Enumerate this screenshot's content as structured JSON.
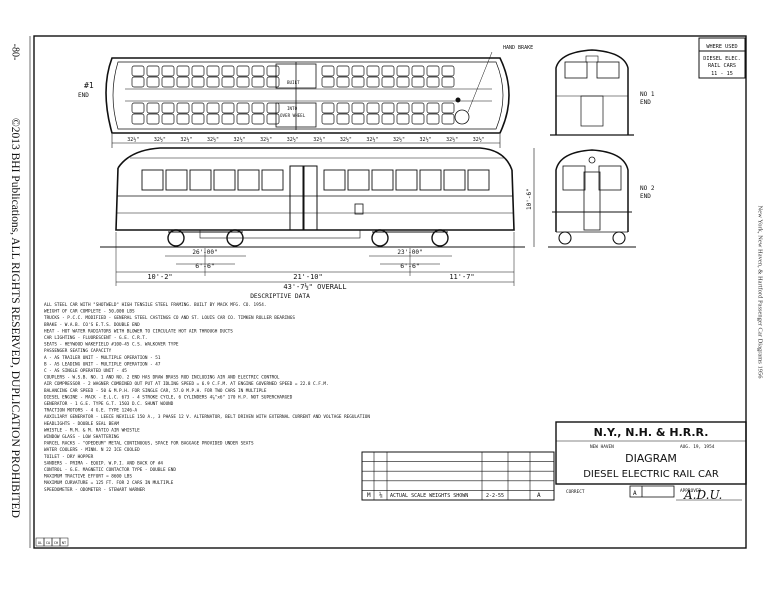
{
  "margin": {
    "page_number": "-80-",
    "copyright": "©2013 BHI Publications, ALL RIGHTS RESERVED, DUPLICATION PROHIBITED"
  },
  "right_caption": "New York, New Haven, & Hartford    Passenger Car Diagrams 1956",
  "where_used": {
    "header": "WHERE USED",
    "line1": "DIESEL ELEC.",
    "line2": "RAIL CARS",
    "line3": "11 - 15"
  },
  "plan": {
    "end1_label": "#1",
    "end1_sub": "END",
    "hand_brake": "HAND BRAKE",
    "center_notes": [
      "BUILT",
      "INTO",
      "OVER WHEEL"
    ],
    "bottom_dims": [
      "32½\"",
      "32½\"",
      "32½\"",
      "32½\"",
      "32½\"",
      "32½\"",
      "32½\"",
      "32½\"",
      "32½\"",
      "32½\"",
      "32½\"",
      "32½\"",
      "32½\"",
      "32½\""
    ]
  },
  "ends": {
    "end1_label": "NO 1",
    "end1_sub": "END",
    "end2_label": "NO 2",
    "end2_sub": "END",
    "height_dim": "10'-6\""
  },
  "elevation": {
    "truck_dim_1": "26'-00\"",
    "truck_dim_2": "23'-00\"",
    "wheelbase_1": "6'-6\"",
    "wheelbase_2": "6'-6\"",
    "overhang_1": "10'-2\"",
    "center_dim": "21'-10\"",
    "overhang_2": "11'-7\"",
    "overall": "43'-7½\" OVERALL"
  },
  "descriptive": {
    "title": "DESCRIPTIVE DATA",
    "lines": [
      "ALL STEEL CAR WITH \"SHOTWELD\" HIGH TENSILE STEEL FRAMING. BUILT BY MACK MFG. CO. 1954.",
      "WEIGHT OF CAR COMPLETE - 50,000 LBS",
      "TRUCKS - P.C.C. MODIFIED - GENERAL STEEL CASTINGS CO AND ST. LOUIS CAR CO. TIMKEN ROLLER BEARINGS",
      "BRAKE - W.A.B. CO'S E.T.S. DOUBLE END",
      "HEAT - HOT WATER RADIATORS WITH BLOWER TO CIRCULATE HOT AIR THROUGH DUCTS",
      "CAR LIGHTING - FLUORESCENT - G.E. C.R.T.",
      "SEATS - HEYWOOD WAKEFIELD #100-45 C.S. WALKOVER TYPE",
      "PASSENGER SEATING CAPACITY",
      "   A - AS TRAILER UNIT - MULTIPLE OPERATION - 51",
      "   B - AS LEADING UNIT - MULTIPLE OPERATION - 47",
      "   C - AS SINGLE OPERATED UNIT - 45",
      "COUPLERS - W.S.B. NO. 1 AND NO. 2 END HAS DRAW BRASS ROD INCLUDING AIR AND ELECTRIC CONTROL",
      "AIR COMPRESSOR - 2 WAGNER COMBINED OUT PUT AT IDLING SPEED = 6.9 C.F.M. AT ENGINE GOVERNED SPEED = 22.8 C.F.M.",
      "BALANCING CAR SPEED - 50 & M.P.H. FOR SINGLE CAR, 57.0 M.P.H. FOR TWO CARS IN MULTIPLE",
      "DIESEL ENGINE - MACK - E.L.C. 673 - 4 STROKE CYCLE, 6 CYLINDERS 4⅞\"x6\" 170 H.P. NOT SUPERCHARGED",
      "GENERATOR - 1 G.E. TYPE G.T. 1503 D.C. SHUNT WOUND",
      "TRACTION MOTORS - 4 G.E. TYPE 1246-A",
      "AUXILIARY GENERATOR - LEECE NEVILLE 150 A., 3 PHASE 12 V. ALTERNATOR, BELT DRIVEN WITH EXTERNAL CURRENT AND VOLTAGE REGULATION",
      "HEADLIGHTS - DOUBLE SEAL BEAM",
      "WHISTLE - M.M. & M. RATIO AIR WHISTLE",
      "WINDOW GLASS - LOW SHATTERING",
      "PARCEL RACKS - \"OPEDEUM\" METAL CONTINUOUS, SPACE FOR BAGGAGE PROVIDED UNDER SEATS",
      "WATER COOLERS - MINN. N 22 ICE COOLED",
      "TOILET - DRY HOPPER",
      "SANDERS - PRIMA - EQUIP. W.P.I. AND BACK OF #4",
      "CONTROL - G.E. MAGNETIC CONTACTOR TYPE - DOUBLE END",
      "MAXIMUM TRACTIVE EFFORT = 8600 LBS",
      "MAXIMUM CURVATURE = 125 FT. FOR 2 CARS IN MULTIPLE",
      "SPEEDOMETER - ODOMETER - STEWART WARNER"
    ]
  },
  "title_block": {
    "railroad": "N.Y., N.H. & H.R.R.",
    "sub_left": "NEW HAVEN",
    "sub_right": "AUG. 19, 1954",
    "diagram": "DIAGRAM",
    "car_name": "DIESEL ELECTRIC RAIL CAR",
    "correct": "CORRECT",
    "approved": "APPROVED",
    "box_letter": "A",
    "signature": "A.D.U."
  },
  "revision": {
    "col_m": "M",
    "col_num": "⅛",
    "text": "ACTUAL SCALE WEIGHTS SHOWN",
    "date": "2-2-55",
    "letter": "A"
  },
  "corner_bottom_left": [
    "OL",
    "CA",
    "CH",
    "NT"
  ]
}
